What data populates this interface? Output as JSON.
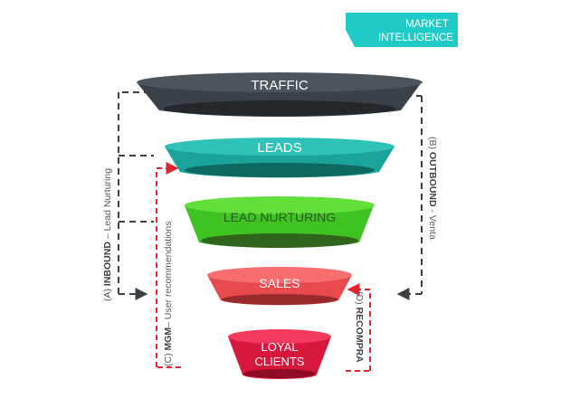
{
  "badge": {
    "line1": "MARKET",
    "line2": "INTELLIGENCE",
    "color": "#1ecbc8"
  },
  "funnel": [
    {
      "label": "TRAFFIC",
      "color_top": "#4c555c",
      "color_body": "#3a4147",
      "color_inner": "#222629"
    },
    {
      "label": "LEADS",
      "color_top": "#2fc3b8",
      "color_body": "#1aa39a",
      "color_inner": "#0d5e58"
    },
    {
      "label": "LEAD NURTURING",
      "color_top": "#63df3c",
      "color_body": "#3ec323",
      "color_inner": "#2f5a1b"
    },
    {
      "label": "SALES",
      "color_top": "#f86e6e",
      "color_body": "#e8494d",
      "color_inner": "#8a2528"
    },
    {
      "label_line1": "LOYAL",
      "label_line2": "CLIENTS",
      "color_top": "#f33a5c",
      "color_body": "#d8173c",
      "color_inner": "#7e0a20"
    }
  ],
  "side_labels": {
    "inbound": {
      "prefix": "(A) ",
      "bold": "INBOUND",
      "rest": " – Lead Nurturing"
    },
    "mgm": {
      "prefix": "(C) ",
      "bold": "MGM",
      "rest": "– User recommendations"
    },
    "outbound": {
      "prefix": "(B) ",
      "bold": "OUTBOUND",
      "rest": " - Venta"
    },
    "recompra": {
      "prefix": "(D) ",
      "bold": "RECOMPRA",
      "rest": ""
    }
  },
  "colors": {
    "dark_line": "#3c3f43",
    "red_line": "#e0262b"
  }
}
